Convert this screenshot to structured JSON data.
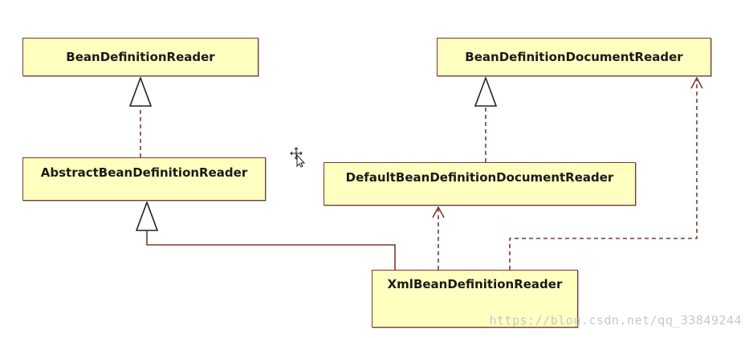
{
  "classes": {
    "bean_definition_reader": "BeanDefinitionReader",
    "bean_definition_document_reader": "BeanDefinitionDocumentReader",
    "abstract_bean_definition_reader": "AbstractBeanDefinitionReader",
    "default_bean_definition_document_reader": "DefaultBeanDefinitionDocumentReader",
    "xml_bean_definition_reader": "XmlBeanDefinitionReader"
  },
  "relations": [
    {
      "from": "AbstractBeanDefinitionReader",
      "to": "BeanDefinitionReader",
      "kind": "realization"
    },
    {
      "from": "DefaultBeanDefinitionDocumentReader",
      "to": "BeanDefinitionDocumentReader",
      "kind": "realization"
    },
    {
      "from": "XmlBeanDefinitionReader",
      "to": "AbstractBeanDefinitionReader",
      "kind": "generalization"
    },
    {
      "from": "XmlBeanDefinitionReader",
      "to": "DefaultBeanDefinitionDocumentReader",
      "kind": "dependency"
    },
    {
      "from": "XmlBeanDefinitionReader",
      "to": "BeanDefinitionDocumentReader",
      "kind": "dependency"
    }
  ],
  "colors": {
    "box_fill": "#ffffc0",
    "box_border": "#7a3a30",
    "line": "#7a3a30"
  },
  "watermark": "https://blog.csdn.net/qq_33849244",
  "cursor_icon": "move-cursor-icon"
}
